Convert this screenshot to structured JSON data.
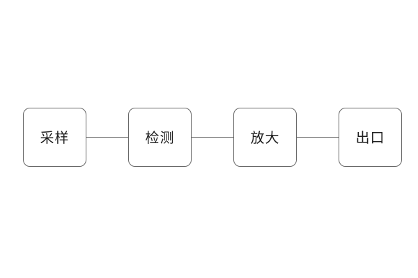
{
  "diagram": {
    "type": "linear-flow",
    "orientation": "horizontal",
    "background_color": "#ffffff",
    "node_border_color": "#666666",
    "node_fill_color": "#ffffff",
    "connector_color": "#6f6f6f",
    "label_color": "#1f1f1f",
    "nodes": [
      {
        "id": "node-1",
        "label": "采样"
      },
      {
        "id": "node-2",
        "label": "检测"
      },
      {
        "id": "node-3",
        "label": "放大"
      },
      {
        "id": "node-4",
        "label": "出口"
      }
    ],
    "connectors": [
      {
        "id": "connector-1",
        "from": "node-1",
        "to": "node-2"
      },
      {
        "id": "connector-2",
        "from": "node-2",
        "to": "node-3"
      },
      {
        "id": "connector-3",
        "from": "node-3",
        "to": "node-4"
      }
    ]
  }
}
